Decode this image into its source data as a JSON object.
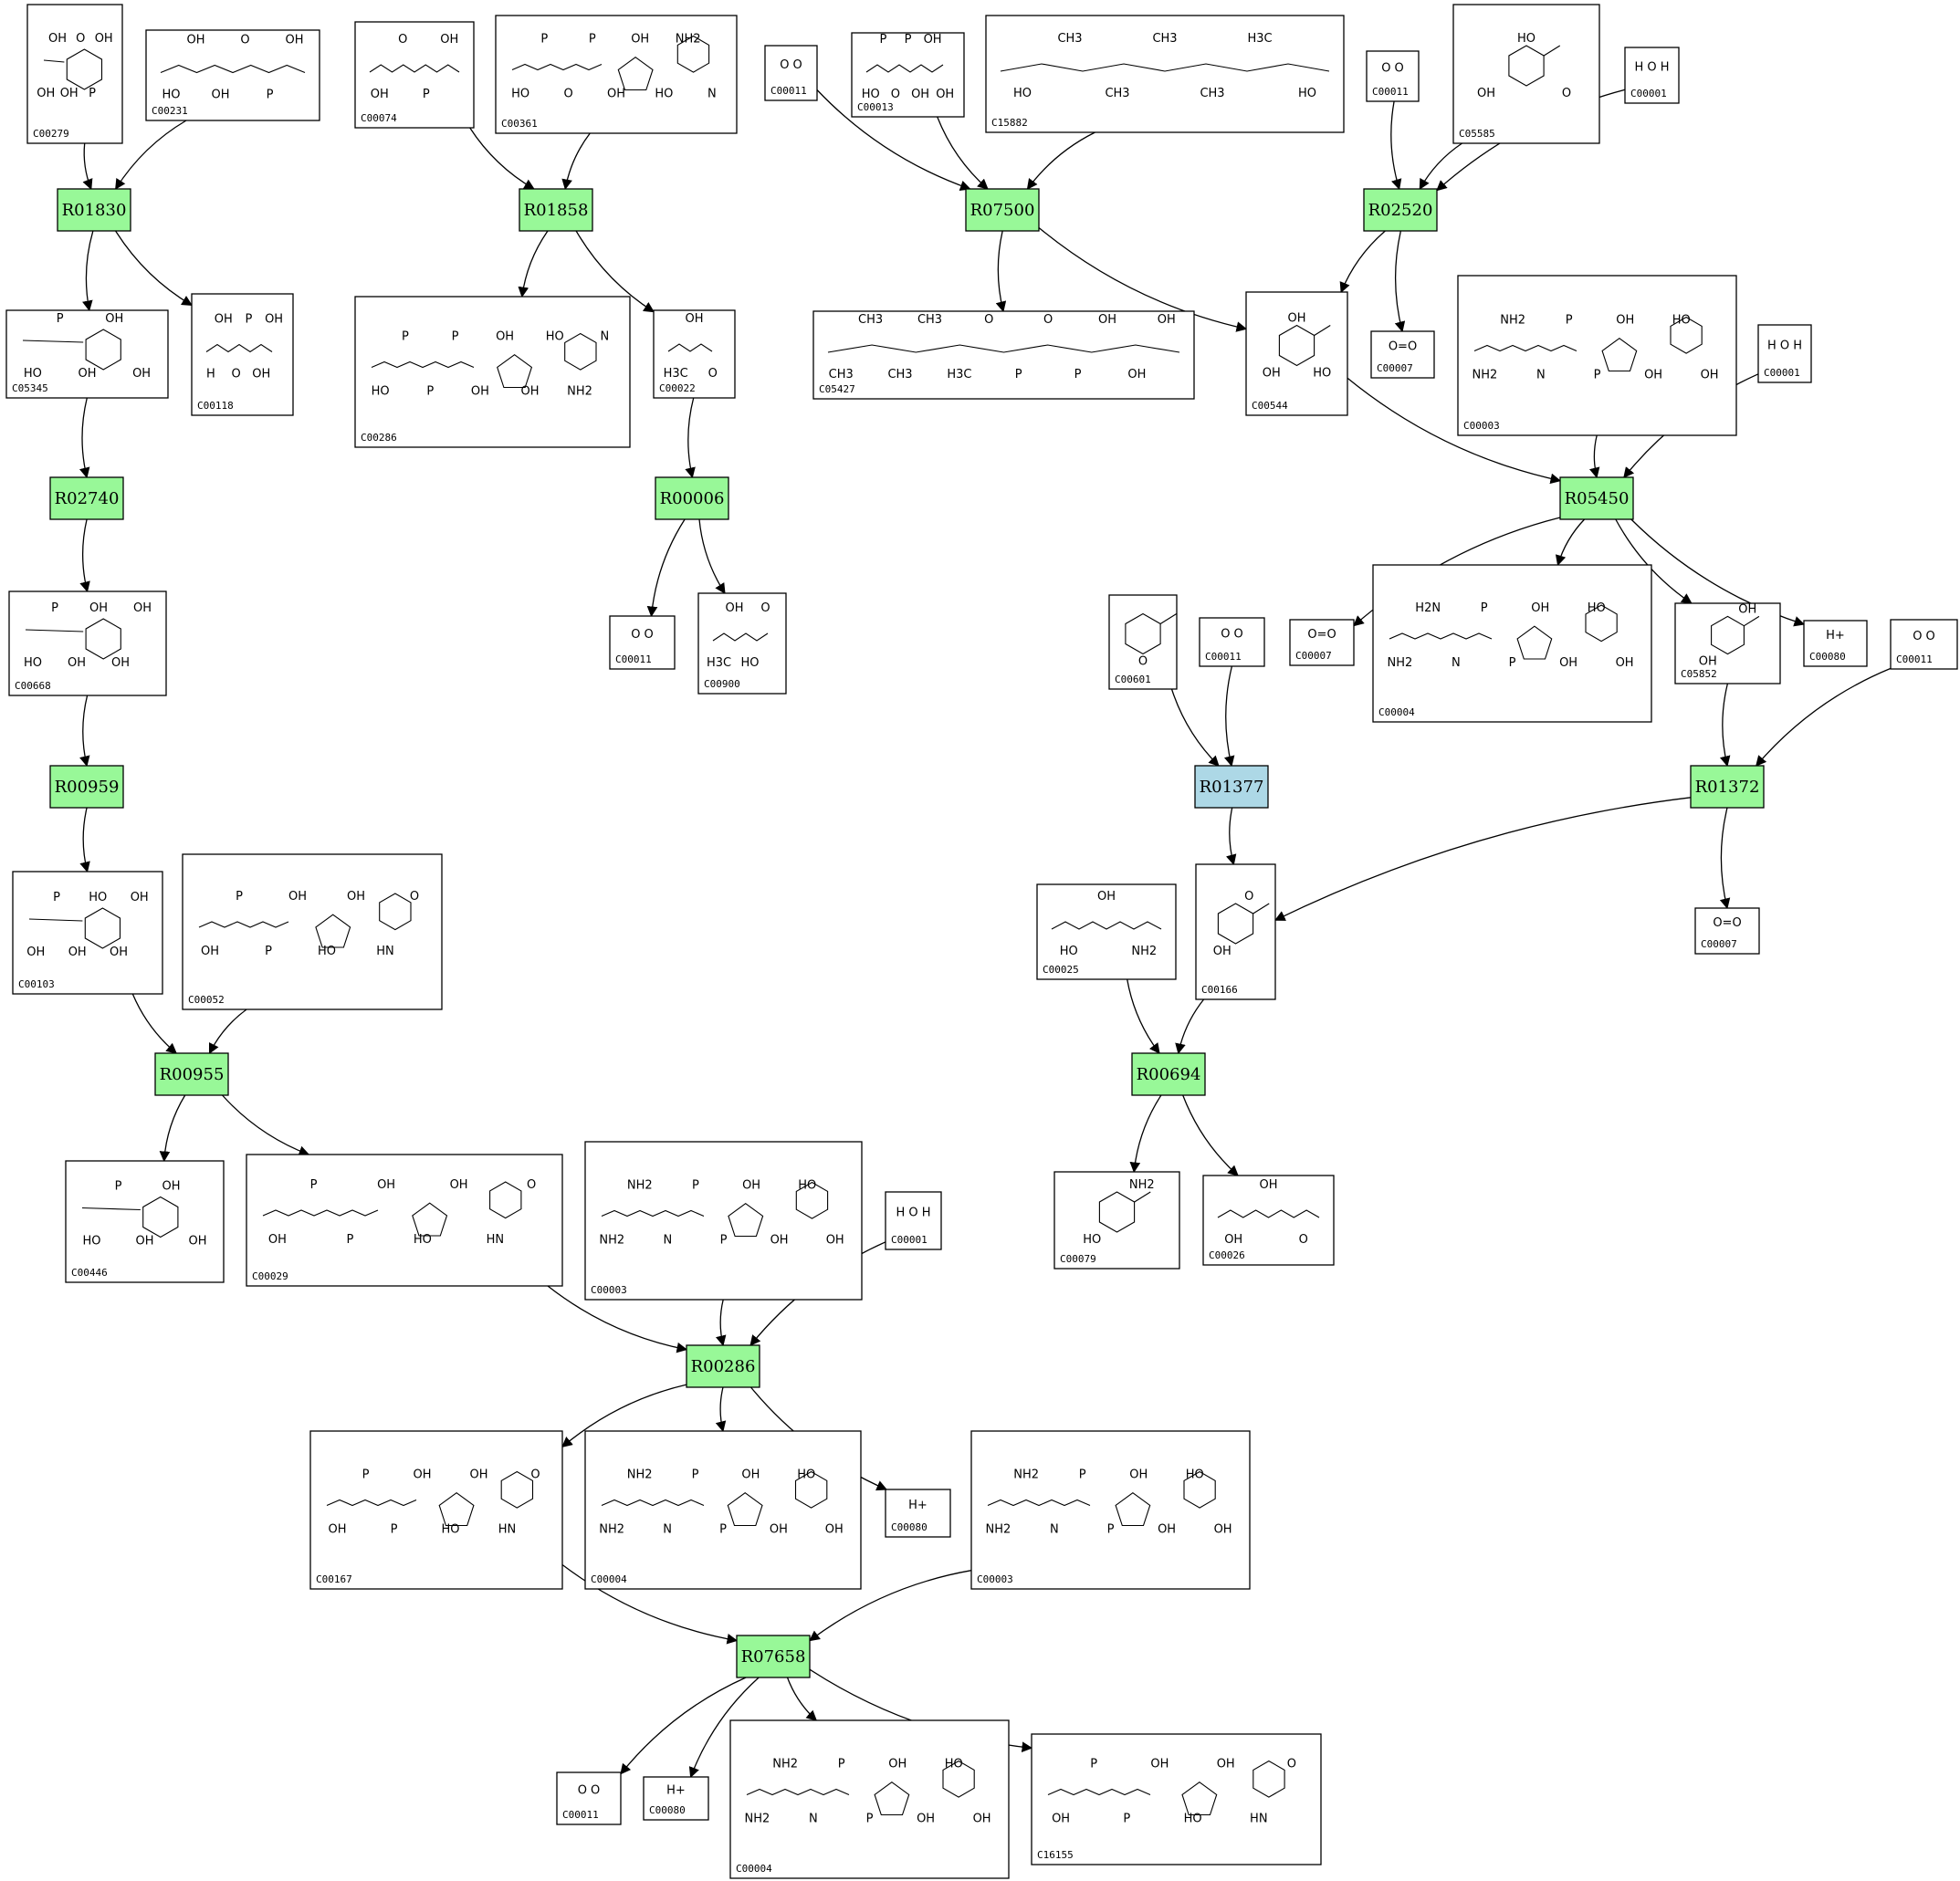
{
  "colors": {
    "reaction_default": "#98f898",
    "reaction_highlight": "#add8e6",
    "edge": "#000000",
    "compound_box": "#ffffff"
  },
  "reactions": [
    {
      "id": "R01830",
      "status": "default"
    },
    {
      "id": "R01858",
      "status": "default"
    },
    {
      "id": "R07500",
      "status": "default"
    },
    {
      "id": "R02520",
      "status": "default"
    },
    {
      "id": "R02740",
      "status": "default"
    },
    {
      "id": "R00006",
      "status": "default"
    },
    {
      "id": "R05450",
      "status": "default"
    },
    {
      "id": "R00959",
      "status": "default"
    },
    {
      "id": "R01377",
      "status": "highlight"
    },
    {
      "id": "R01372",
      "status": "default"
    },
    {
      "id": "R00955",
      "status": "default"
    },
    {
      "id": "R00694",
      "status": "default"
    },
    {
      "id": "R00286",
      "status": "default"
    },
    {
      "id": "R07658",
      "status": "default"
    }
  ],
  "compounds": [
    {
      "key": "c1",
      "id": "C00279",
      "kind": "sugar-phosphate",
      "labels": [
        "OH",
        "OH",
        "OH",
        "O",
        "P",
        "OH"
      ]
    },
    {
      "key": "c2",
      "id": "C00231",
      "kind": "chain",
      "labels": [
        "HO",
        "OH",
        "OH",
        "O",
        "P",
        "OH"
      ]
    },
    {
      "key": "c3",
      "id": "C00074",
      "kind": "chain",
      "labels": [
        "OH",
        "O",
        "P",
        "OH"
      ]
    },
    {
      "key": "c4",
      "id": "C00361",
      "kind": "nucleotide",
      "labels": [
        "HO",
        "P",
        "O",
        "P",
        "OH",
        "OH",
        "HO",
        "NH2",
        "N"
      ]
    },
    {
      "key": "c5",
      "id": "C00011",
      "kind": "small",
      "labels": [
        "O",
        "O"
      ]
    },
    {
      "key": "c6",
      "id": "C00013",
      "kind": "chain",
      "labels": [
        "HO",
        "P",
        "O",
        "P",
        "OH",
        "OH",
        "OH"
      ]
    },
    {
      "key": "c7",
      "id": "C15882",
      "kind": "chain",
      "labels": [
        "HO",
        "CH3",
        "CH3",
        "CH3",
        "CH3",
        "H3C",
        "HO"
      ]
    },
    {
      "key": "c8",
      "id": "C00011",
      "kind": "small",
      "labels": [
        "O",
        "O"
      ]
    },
    {
      "key": "c9",
      "id": "C05585",
      "kind": "ring",
      "labels": [
        "OH",
        "HO",
        "O"
      ]
    },
    {
      "key": "c10",
      "id": "C00001",
      "kind": "small",
      "labels": [
        "H",
        "O",
        "H"
      ]
    },
    {
      "key": "c11",
      "id": "C05345",
      "kind": "sugar-phosphate",
      "labels": [
        "HO",
        "P",
        "OH",
        "OH",
        "OH"
      ]
    },
    {
      "key": "c12",
      "id": "C00118",
      "kind": "chain",
      "labels": [
        "H",
        "OH",
        "O",
        "P",
        "OH",
        "OH"
      ]
    },
    {
      "key": "c13",
      "id": "C00286",
      "kind": "nucleotide",
      "labels": [
        "HO",
        "P",
        "P",
        "P",
        "OH",
        "OH",
        "OH",
        "HO",
        "NH2",
        "N"
      ]
    },
    {
      "key": "c14",
      "id": "C00022",
      "kind": "chain",
      "labels": [
        "H3C",
        "OH",
        "O"
      ]
    },
    {
      "key": "c15",
      "id": "C05427",
      "kind": "chain",
      "labels": [
        "CH3",
        "CH3",
        "CH3",
        "CH3",
        "H3C",
        "O",
        "P",
        "O",
        "P",
        "OH",
        "OH",
        "OH"
      ]
    },
    {
      "key": "c16",
      "id": "C00544",
      "kind": "ring",
      "labels": [
        "OH",
        "OH",
        "HO"
      ]
    },
    {
      "key": "c17",
      "id": "C00007",
      "kind": "small",
      "labels": [
        "O=O"
      ]
    },
    {
      "key": "c18",
      "id": "C00003",
      "kind": "nucleotide",
      "labels": [
        "NH2",
        "NH2",
        "N",
        "P",
        "P",
        "OH",
        "OH",
        "HO",
        "OH"
      ]
    },
    {
      "key": "c19",
      "id": "C00001",
      "kind": "small",
      "labels": [
        "H",
        "O",
        "H"
      ]
    },
    {
      "key": "c20",
      "id": "C00668",
      "kind": "sugar-phosphate",
      "labels": [
        "HO",
        "P",
        "OH",
        "OH",
        "OH",
        "OH"
      ]
    },
    {
      "key": "c21",
      "id": "C00011",
      "kind": "small",
      "labels": [
        "O",
        "O"
      ]
    },
    {
      "key": "c22",
      "id": "C00900",
      "kind": "chain",
      "labels": [
        "H3C",
        "OH",
        "HO",
        "O"
      ]
    },
    {
      "key": "c23",
      "id": "C00601",
      "kind": "ring",
      "labels": [
        "O"
      ]
    },
    {
      "key": "c24",
      "id": "C00011",
      "kind": "small",
      "labels": [
        "O",
        "O"
      ]
    },
    {
      "key": "c25",
      "id": "C00007",
      "kind": "small",
      "labels": [
        "O=O"
      ]
    },
    {
      "key": "c26",
      "id": "C00004",
      "kind": "nucleotide",
      "labels": [
        "NH2",
        "H2N",
        "N",
        "P",
        "P",
        "OH",
        "OH",
        "HO",
        "OH"
      ]
    },
    {
      "key": "c27",
      "id": "C05852",
      "kind": "ring",
      "labels": [
        "OH",
        "OH"
      ]
    },
    {
      "key": "c28",
      "id": "C00080",
      "kind": "small",
      "labels": [
        "H+"
      ]
    },
    {
      "key": "c29",
      "id": "C00011",
      "kind": "small",
      "labels": [
        "O",
        "O"
      ]
    },
    {
      "key": "c30",
      "id": "C00103",
      "kind": "sugar-phosphate",
      "labels": [
        "OH",
        "P",
        "OH",
        "HO",
        "OH",
        "OH"
      ]
    },
    {
      "key": "c31",
      "id": "C00052",
      "kind": "nucleotide",
      "labels": [
        "OH",
        "P",
        "P",
        "OH",
        "HO",
        "OH",
        "HN",
        "O"
      ]
    },
    {
      "key": "c32",
      "id": "C00025",
      "kind": "chain",
      "labels": [
        "HO",
        "OH",
        "NH2"
      ]
    },
    {
      "key": "c33",
      "id": "C00166",
      "kind": "ring",
      "labels": [
        "OH",
        "O"
      ]
    },
    {
      "key": "c34",
      "id": "C00007",
      "kind": "small",
      "labels": [
        "O=O"
      ]
    },
    {
      "key": "c35",
      "id": "C00446",
      "kind": "sugar-phosphate",
      "labels": [
        "HO",
        "P",
        "OH",
        "OH",
        "OH"
      ]
    },
    {
      "key": "c36",
      "id": "C00029",
      "kind": "nucleotide",
      "labels": [
        "OH",
        "P",
        "P",
        "OH",
        "HO",
        "OH",
        "HN",
        "O"
      ]
    },
    {
      "key": "c37",
      "id": "C00003",
      "kind": "nucleotide",
      "labels": [
        "NH2",
        "NH2",
        "N",
        "P",
        "P",
        "OH",
        "OH",
        "HO",
        "OH"
      ]
    },
    {
      "key": "c38",
      "id": "C00001",
      "kind": "small",
      "labels": [
        "H",
        "O",
        "H"
      ]
    },
    {
      "key": "c39",
      "id": "C00079",
      "kind": "ring",
      "labels": [
        "HO",
        "NH2"
      ]
    },
    {
      "key": "c40",
      "id": "C00026",
      "kind": "chain",
      "labels": [
        "OH",
        "OH",
        "O"
      ]
    },
    {
      "key": "c41",
      "id": "C00167",
      "kind": "nucleotide",
      "labels": [
        "OH",
        "P",
        "P",
        "OH",
        "HO",
        "OH",
        "HN",
        "O"
      ]
    },
    {
      "key": "c42",
      "id": "C00004",
      "kind": "nucleotide",
      "labels": [
        "NH2",
        "NH2",
        "N",
        "P",
        "P",
        "OH",
        "OH",
        "HO",
        "OH"
      ]
    },
    {
      "key": "c43",
      "id": "C00080",
      "kind": "small",
      "labels": [
        "H+"
      ]
    },
    {
      "key": "c44",
      "id": "C00003",
      "kind": "nucleotide",
      "labels": [
        "NH2",
        "NH2",
        "N",
        "P",
        "P",
        "OH",
        "OH",
        "HO",
        "OH"
      ]
    },
    {
      "key": "c45",
      "id": "C00011",
      "kind": "small",
      "labels": [
        "O",
        "O"
      ]
    },
    {
      "key": "c46",
      "id": "C00080",
      "kind": "small",
      "labels": [
        "H+"
      ]
    },
    {
      "key": "c47",
      "id": "C00004",
      "kind": "nucleotide",
      "labels": [
        "NH2",
        "NH2",
        "N",
        "P",
        "P",
        "OH",
        "OH",
        "HO",
        "OH"
      ]
    },
    {
      "key": "c48",
      "id": "C16155",
      "kind": "nucleotide",
      "labels": [
        "OH",
        "P",
        "P",
        "OH",
        "HO",
        "OH",
        "HN",
        "O"
      ]
    }
  ],
  "edges": [
    [
      "c1",
      "R01830"
    ],
    [
      "c2",
      "R01830"
    ],
    [
      "R01830",
      "c11"
    ],
    [
      "R01830",
      "c12"
    ],
    [
      "c3",
      "R01858"
    ],
    [
      "c4",
      "R01858"
    ],
    [
      "R01858",
      "c13"
    ],
    [
      "R01858",
      "c14"
    ],
    [
      "c5",
      "R07500"
    ],
    [
      "c6",
      "R07500"
    ],
    [
      "c7",
      "R07500"
    ],
    [
      "R07500",
      "c15"
    ],
    [
      "R07500",
      "c16"
    ],
    [
      "c8",
      "R02520"
    ],
    [
      "c9",
      "R02520"
    ],
    [
      "c10",
      "R02520"
    ],
    [
      "R02520",
      "c16"
    ],
    [
      "R02520",
      "c17"
    ],
    [
      "c11",
      "R02740"
    ],
    [
      "R02740",
      "c20"
    ],
    [
      "c14",
      "R00006"
    ],
    [
      "R00006",
      "c21"
    ],
    [
      "R00006",
      "c22"
    ],
    [
      "c16",
      "R05450"
    ],
    [
      "c18",
      "R05450"
    ],
    [
      "c19",
      "R05450"
    ],
    [
      "R05450",
      "c25"
    ],
    [
      "R05450",
      "c26"
    ],
    [
      "R05450",
      "c27"
    ],
    [
      "R05450",
      "c28"
    ],
    [
      "c20",
      "R00959"
    ],
    [
      "R00959",
      "c30"
    ],
    [
      "c23",
      "R01377"
    ],
    [
      "c24",
      "R01377"
    ],
    [
      "R01377",
      "c33"
    ],
    [
      "c27",
      "R01372"
    ],
    [
      "c29",
      "R01372"
    ],
    [
      "R01372",
      "c33"
    ],
    [
      "R01372",
      "c34"
    ],
    [
      "c30",
      "R00955"
    ],
    [
      "c31",
      "R00955"
    ],
    [
      "R00955",
      "c35"
    ],
    [
      "R00955",
      "c36"
    ],
    [
      "c32",
      "R00694"
    ],
    [
      "c33",
      "R00694"
    ],
    [
      "R00694",
      "c39"
    ],
    [
      "R00694",
      "c40"
    ],
    [
      "c36",
      "R00286"
    ],
    [
      "c37",
      "R00286"
    ],
    [
      "c38",
      "R00286"
    ],
    [
      "R00286",
      "c41"
    ],
    [
      "R00286",
      "c42"
    ],
    [
      "R00286",
      "c43"
    ],
    [
      "c41",
      "R07658"
    ],
    [
      "c44",
      "R07658"
    ],
    [
      "R07658",
      "c45"
    ],
    [
      "R07658",
      "c46"
    ],
    [
      "R07658",
      "c47"
    ],
    [
      "R07658",
      "c48"
    ]
  ]
}
